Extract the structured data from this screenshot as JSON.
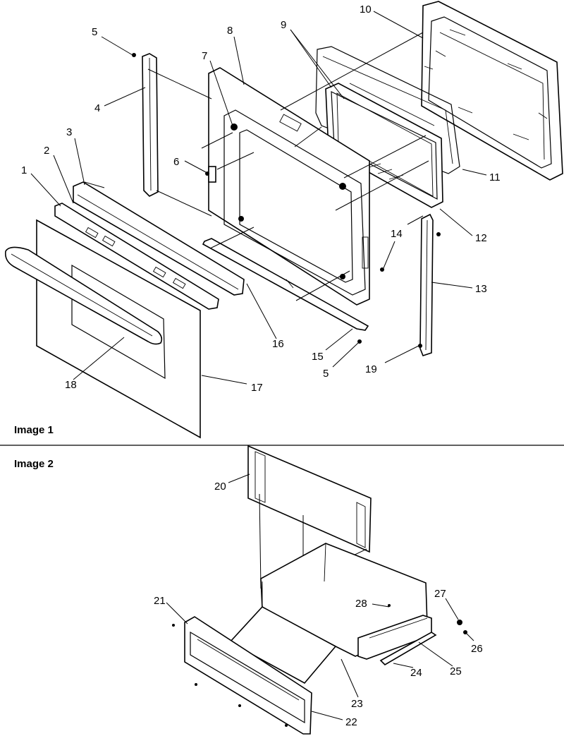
{
  "panels": [
    {
      "id": "image1",
      "label": "Image 1"
    },
    {
      "id": "image2",
      "label": "Image 2"
    }
  ],
  "callouts": [
    {
      "id": "c1",
      "text": "1"
    },
    {
      "id": "c2",
      "text": "2"
    },
    {
      "id": "c3",
      "text": "3"
    },
    {
      "id": "c4",
      "text": "4"
    },
    {
      "id": "c5a",
      "text": "5"
    },
    {
      "id": "c5b",
      "text": "5"
    },
    {
      "id": "c6",
      "text": "6"
    },
    {
      "id": "c7",
      "text": "7"
    },
    {
      "id": "c8",
      "text": "8"
    },
    {
      "id": "c9",
      "text": "9"
    },
    {
      "id": "c10",
      "text": "10"
    },
    {
      "id": "c11",
      "text": "11"
    },
    {
      "id": "c12",
      "text": "12"
    },
    {
      "id": "c13",
      "text": "13"
    },
    {
      "id": "c14",
      "text": "14"
    },
    {
      "id": "c15",
      "text": "15"
    },
    {
      "id": "c16",
      "text": "16"
    },
    {
      "id": "c17",
      "text": "17"
    },
    {
      "id": "c18",
      "text": "18"
    },
    {
      "id": "c19",
      "text": "19"
    },
    {
      "id": "c20",
      "text": "20"
    },
    {
      "id": "c21",
      "text": "21"
    },
    {
      "id": "c22",
      "text": "22"
    },
    {
      "id": "c23",
      "text": "23"
    },
    {
      "id": "c24",
      "text": "24"
    },
    {
      "id": "c25",
      "text": "25"
    },
    {
      "id": "c26",
      "text": "26"
    },
    {
      "id": "c27",
      "text": "27"
    },
    {
      "id": "c28",
      "text": "28"
    }
  ]
}
